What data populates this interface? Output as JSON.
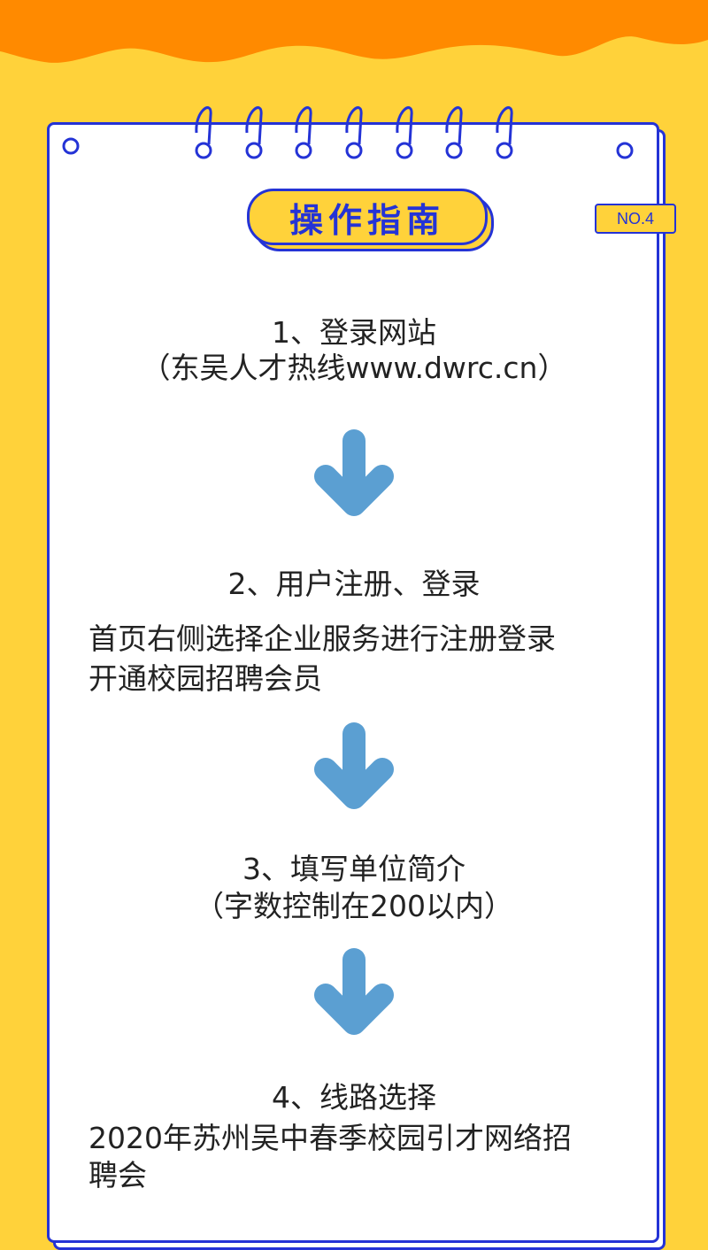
{
  "colors": {
    "background": "#ffd23a",
    "drip": "#ff8a00",
    "ink_blue": "#2433d6",
    "arrow": "#5b9fd2",
    "text": "#222222"
  },
  "header": {
    "title": "操作指南",
    "number_tag": "NO.4"
  },
  "steps": [
    {
      "title": "1、登录网站",
      "desc_lines": [
        "（东吴人才热线www.dwrc.cn）"
      ]
    },
    {
      "title": "2、用户注册、登录",
      "desc_lines": [
        "首页右侧选择企业服务进行注册登录",
        "开通校园招聘会员"
      ]
    },
    {
      "title": "3、填写单位简介",
      "desc_lines": [
        "（字数控制在200以内）"
      ]
    },
    {
      "title": "4、线路选择",
      "desc_lines": [
        "2020年苏州吴中春季校园引才网络招",
        "聘会"
      ]
    }
  ],
  "icons": [
    "spiral-ring-icon",
    "punch-hole-icon",
    "down-arrow-icon"
  ]
}
